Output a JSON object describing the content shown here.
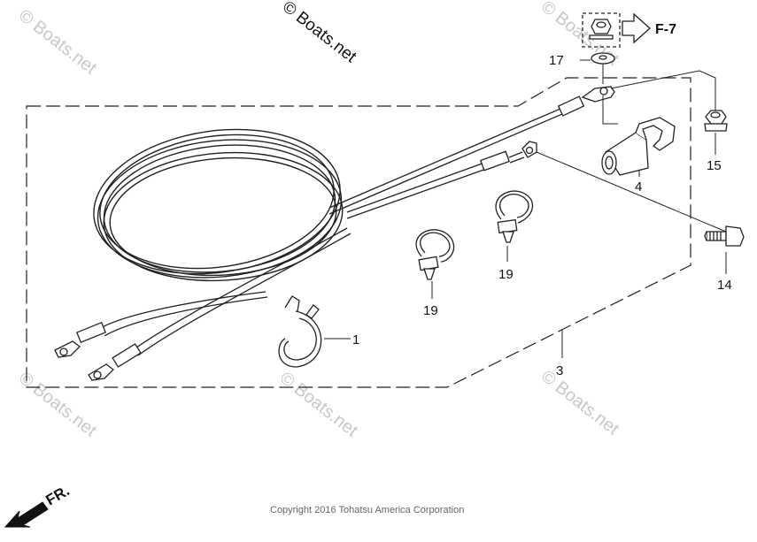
{
  "watermarks": {
    "primary": "© Boats.net",
    "faint": "© Boats.net"
  },
  "copyright": "Copyright 2016 Tohatsu America Corporation",
  "direction": {
    "front": "FR."
  },
  "reference": {
    "page": "F-7"
  },
  "callouts": {
    "p1": "1",
    "p3": "3",
    "p4": "4",
    "p14": "14",
    "p15": "15",
    "p17": "17",
    "p19a": "19",
    "p19b": "19"
  }
}
